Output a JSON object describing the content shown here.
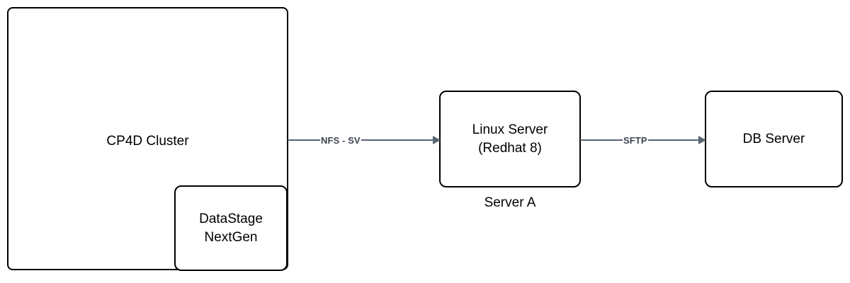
{
  "diagram": {
    "type": "flow-architecture",
    "background_color": "#ffffff",
    "node_border_color": "#000000",
    "node_fill_color": "#ffffff",
    "edge_color": "#5a6472",
    "edge_label_color": "#3d4450",
    "nodes": [
      {
        "id": "cp4d-cluster",
        "label": "CP4D Cluster",
        "shape": "rounded-rectangle"
      },
      {
        "id": "datastage-nextgen",
        "label": "DataStage\nNextGen",
        "shape": "rounded-rectangle",
        "parent": "cp4d-cluster"
      },
      {
        "id": "linux-server",
        "label": "Linux Server\n(Redhat 8)",
        "shape": "rounded-rectangle",
        "caption": "Server A"
      },
      {
        "id": "db-server",
        "label": "DB Server",
        "shape": "rounded-rectangle"
      }
    ],
    "edges": [
      {
        "id": "edge-nfs",
        "label": "NFS - SV",
        "from": "cp4d-cluster",
        "to": "linux-server",
        "direction": "forward"
      },
      {
        "id": "edge-sftp",
        "label": "SFTP",
        "from": "linux-server",
        "to": "db-server",
        "direction": "forward"
      }
    ]
  }
}
